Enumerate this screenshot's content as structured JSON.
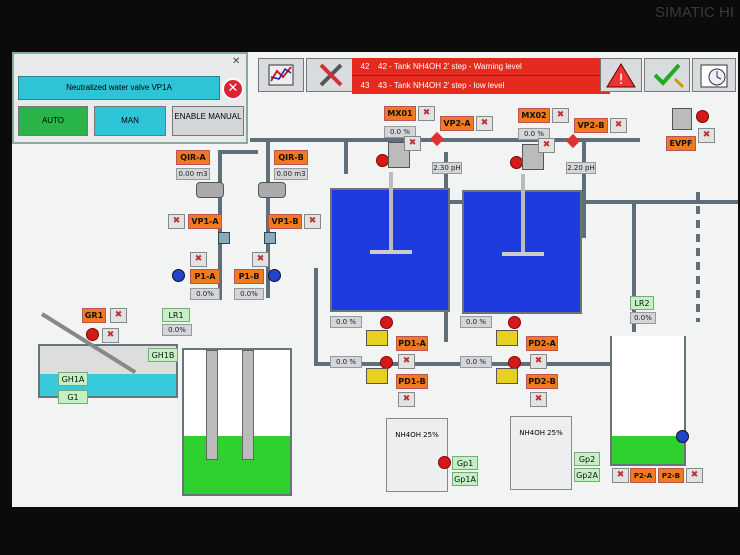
{
  "bezel": {
    "brand": "SIMATIC HI"
  },
  "toolbar": {
    "alarms": [
      {
        "num": "42",
        "text": "42 - Tank NH4OH 2' step - Warning level"
      },
      {
        "num": "43",
        "text": "43 - Tank NH4OH 2' step - low level"
      }
    ]
  },
  "popup": {
    "title": "Neutralized water valve VP1A",
    "buttons": {
      "auto": "AUTO",
      "man": "MAN",
      "enable": "ENABLE MANUAL"
    }
  },
  "tags": {
    "qir_a": "QIR-A",
    "qir_b": "QIR-B",
    "qir_a_val": "0.00 m3",
    "qir_b_val": "0.00 m3",
    "vp1_a": "VP1-A",
    "vp1_b": "VP1-B",
    "p1_a": "P1-A",
    "p1_b": "P1-B",
    "p1_a_val": "0.0%",
    "p1_b_val": "0.0%",
    "mx01": "MX01",
    "mx02": "MX02",
    "mx01_val": "0.0 %",
    "mx02_val": "0.0 %",
    "vp2_a": "VP2-A",
    "vp2_b": "VP2-B",
    "ph1": "2.30 pH",
    "ph2": "2.20 pH",
    "evpf": "EVPF",
    "gr1": "GR1",
    "lr1": "LR1",
    "lr1_val": "0.0%",
    "gh1a": "GH1A",
    "g1": "G1",
    "gh1b": "GH1B",
    "pd1_a": "PD1-A",
    "pd1_b": "PD1-B",
    "pd2_a": "PD2-A",
    "pd2_b": "PD2-B",
    "pd1_a_val": "0.0 %",
    "pd1_b_val": "0.0 %",
    "pd2_a_val": "0.0 %",
    "pd2_b_val": "0.0 %",
    "nh4oh_1": "NH4OH 25%",
    "nh4oh_2": "NH4OH 25%",
    "gp1": "Gp1",
    "gp1a": "Gp1A",
    "gp2": "Gp2",
    "gp2a": "Gp2A",
    "lr2": "LR2",
    "lr2_val": "0.0%",
    "p2_a": "P2-A",
    "p2_b": "P2-B"
  },
  "colors": {
    "accent_orange": "#f07a1d",
    "alarm_red": "#e52b20",
    "tank_blue": "#1e3be0",
    "liquid_green": "#2fd12f",
    "popup_cyan": "#2cc4d6"
  }
}
